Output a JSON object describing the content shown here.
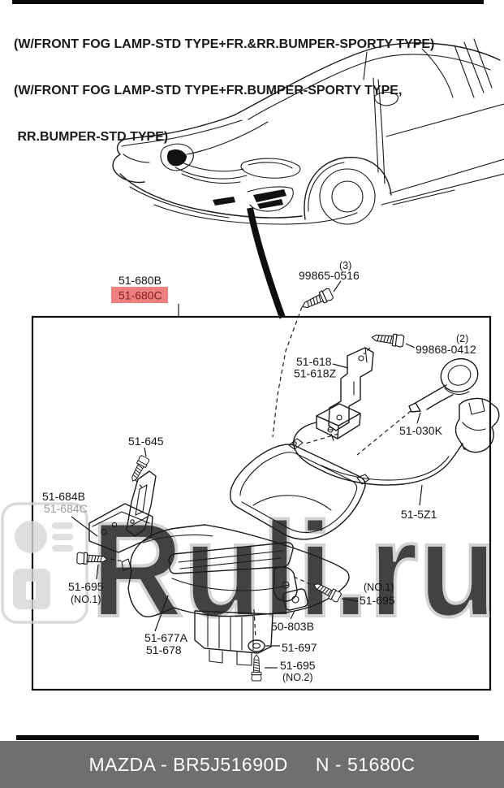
{
  "header": {
    "line1": "(W/FRONT FOG LAMP-STD TYPE+FR.&RR.BUMPER-SPORTY TYPE)",
    "line2": "(W/FRONT FOG LAMP-STD TYPE+FR.BUMPER-SPORTY TYPE,",
    "line3": " RR.BUMPER-STD TYPE)"
  },
  "diagram": {
    "highlight_color": "#f08080",
    "callouts": {
      "part_680b": "51-680B",
      "part_680c": "51-680C",
      "qty_3": "(3)",
      "part_99865": "99865-0516",
      "qty_2": "(2)",
      "part_99868": "99868-0412",
      "part_618": "51-618",
      "part_618z": "51-618Z",
      "part_030k": "51-030K",
      "part_5z1": "51-5Z1",
      "part_645": "51-645",
      "part_684b": "51-684B",
      "part_684c": "51-684C",
      "part_695_left": "51-695",
      "no1_left": "(NO.1)",
      "part_677a": "51-677A",
      "part_678": "51-678",
      "part_803b": "50-803B",
      "part_697": "51-697",
      "part_695_no2": "51-695",
      "no2": "(NO.2)",
      "no1_right": "(NO.1)",
      "part_695_right": "51-695"
    }
  },
  "watermark": {
    "text": "Ruli.ru"
  },
  "footer": {
    "left": "MAZDA - BR5J51690D",
    "right": "N - 51680C",
    "bar_color": "#6f6f6f"
  }
}
